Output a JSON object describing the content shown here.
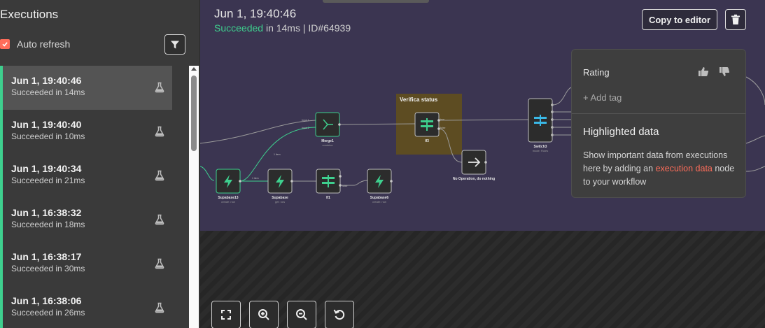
{
  "sidebar": {
    "title": "Executions",
    "auto_refresh_label": "Auto refresh",
    "auto_refresh_checked": true,
    "filter_icon": "filter-icon",
    "executions": [
      {
        "date": "Jun 1, 19:40:46",
        "status": "Succeeded in 14ms",
        "active": true
      },
      {
        "date": "Jun 1, 19:40:40",
        "status": "Succeeded in 10ms",
        "active": false
      },
      {
        "date": "Jun 1, 19:40:34",
        "status": "Succeeded in 21ms",
        "active": false
      },
      {
        "date": "Jun 1, 16:38:32",
        "status": "Succeeded in 18ms",
        "active": false
      },
      {
        "date": "Jun 1, 16:38:17",
        "status": "Succeeded in 30ms",
        "active": false
      },
      {
        "date": "Jun 1, 16:38:06",
        "status": "Succeeded in 26ms",
        "active": false
      }
    ]
  },
  "execution": {
    "date": "Jun 1, 19:40:46",
    "status_word": "Succeeded",
    "status_rest": " in 14ms | ID#64939",
    "copy_button": "Copy to editor",
    "delete_icon": "trash-icon"
  },
  "workflow": {
    "sticky_title": "Verifica status",
    "nodes": {
      "supabase13": {
        "name": "Supabase13",
        "sub": "create: row"
      },
      "supabase": {
        "name": "Supabase",
        "sub": "get: row"
      },
      "if1": {
        "name": "If1",
        "sub": ""
      },
      "supabase6": {
        "name": "Supabase6",
        "sub": "create: row"
      },
      "merge1": {
        "name": "Merge1",
        "sub": "combine"
      },
      "if3": {
        "name": "If3",
        "sub": ""
      },
      "noop": {
        "name": "No Operation, do nothing",
        "sub": ""
      },
      "switch3": {
        "name": "Switch3",
        "sub": "mode: Rules"
      }
    },
    "edge_labels": {
      "item1": "1 item",
      "item2": "1 item",
      "item3": "1 item"
    },
    "port_labels": {
      "input1": "Input 1",
      "input2": "Input 2",
      "true": "true",
      "false": "false"
    }
  },
  "panel": {
    "rating_label": "Rating",
    "add_tag": "+ Add tag",
    "highlighted_title": "Highlighted data",
    "highlighted_text_1": "Show important data from executions here by adding an ",
    "highlighted_link": "execution data",
    "highlighted_text_2": " node to your workflow"
  },
  "colors": {
    "accent": "#ff6d5a",
    "success": "#3ecf8e",
    "canvas": "#3b3551",
    "sticky": "#5d4c22"
  }
}
